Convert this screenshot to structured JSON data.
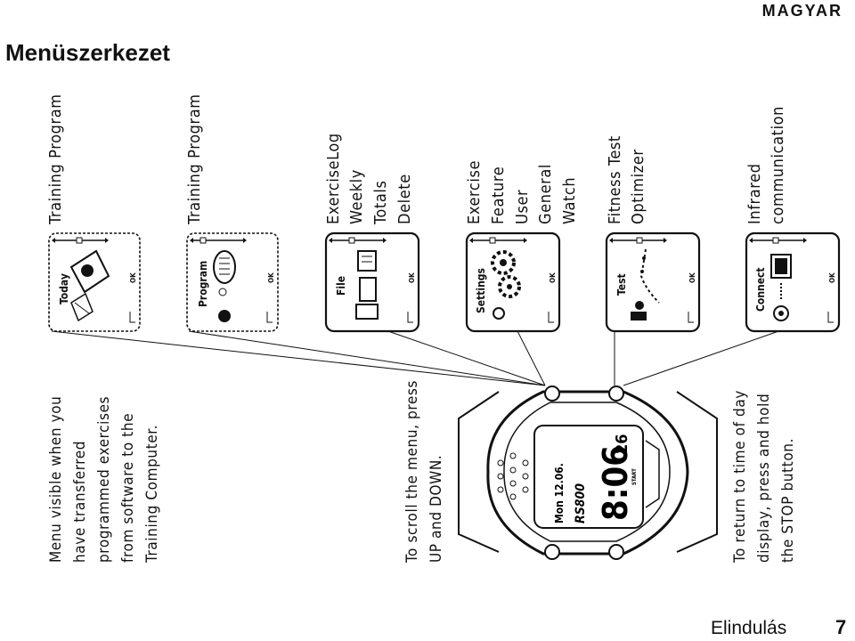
{
  "header": {
    "language": "MAGYAR",
    "title": "Menüszerkezet"
  },
  "menus": [
    {
      "label": "Today",
      "items": [
        "Training Program"
      ]
    },
    {
      "label": "Program",
      "items": [
        "Training Program"
      ]
    },
    {
      "label": "File",
      "items": [
        "ExerciseLog",
        "Weekly",
        "Totals",
        "Delete"
      ]
    },
    {
      "label": "Settings",
      "items": [
        "Exercise",
        "Feature",
        "User",
        "General",
        "Watch"
      ]
    },
    {
      "label": "Test",
      "items": [
        "Fitness Test",
        "Optimizer"
      ]
    },
    {
      "label": "Connect",
      "items": [
        "Infrared",
        "communication"
      ]
    }
  ],
  "lcd_ok": "OK",
  "notes": {
    "menu_visible": [
      "Menu visible when you",
      "have transferred",
      "programmed exercises",
      "from software to the",
      "Training Computer."
    ],
    "scroll": [
      "To scroll the menu, press",
      "UP and DOWN."
    ],
    "return": [
      "To return to time of day",
      "display, press and hold",
      "the STOP button."
    ]
  },
  "watch": {
    "date": "Mon 12.06.",
    "time": "8:06",
    "seconds": "26",
    "model": "RS800",
    "start": "START"
  },
  "footer": {
    "section": "Elindulás",
    "page": "7"
  }
}
